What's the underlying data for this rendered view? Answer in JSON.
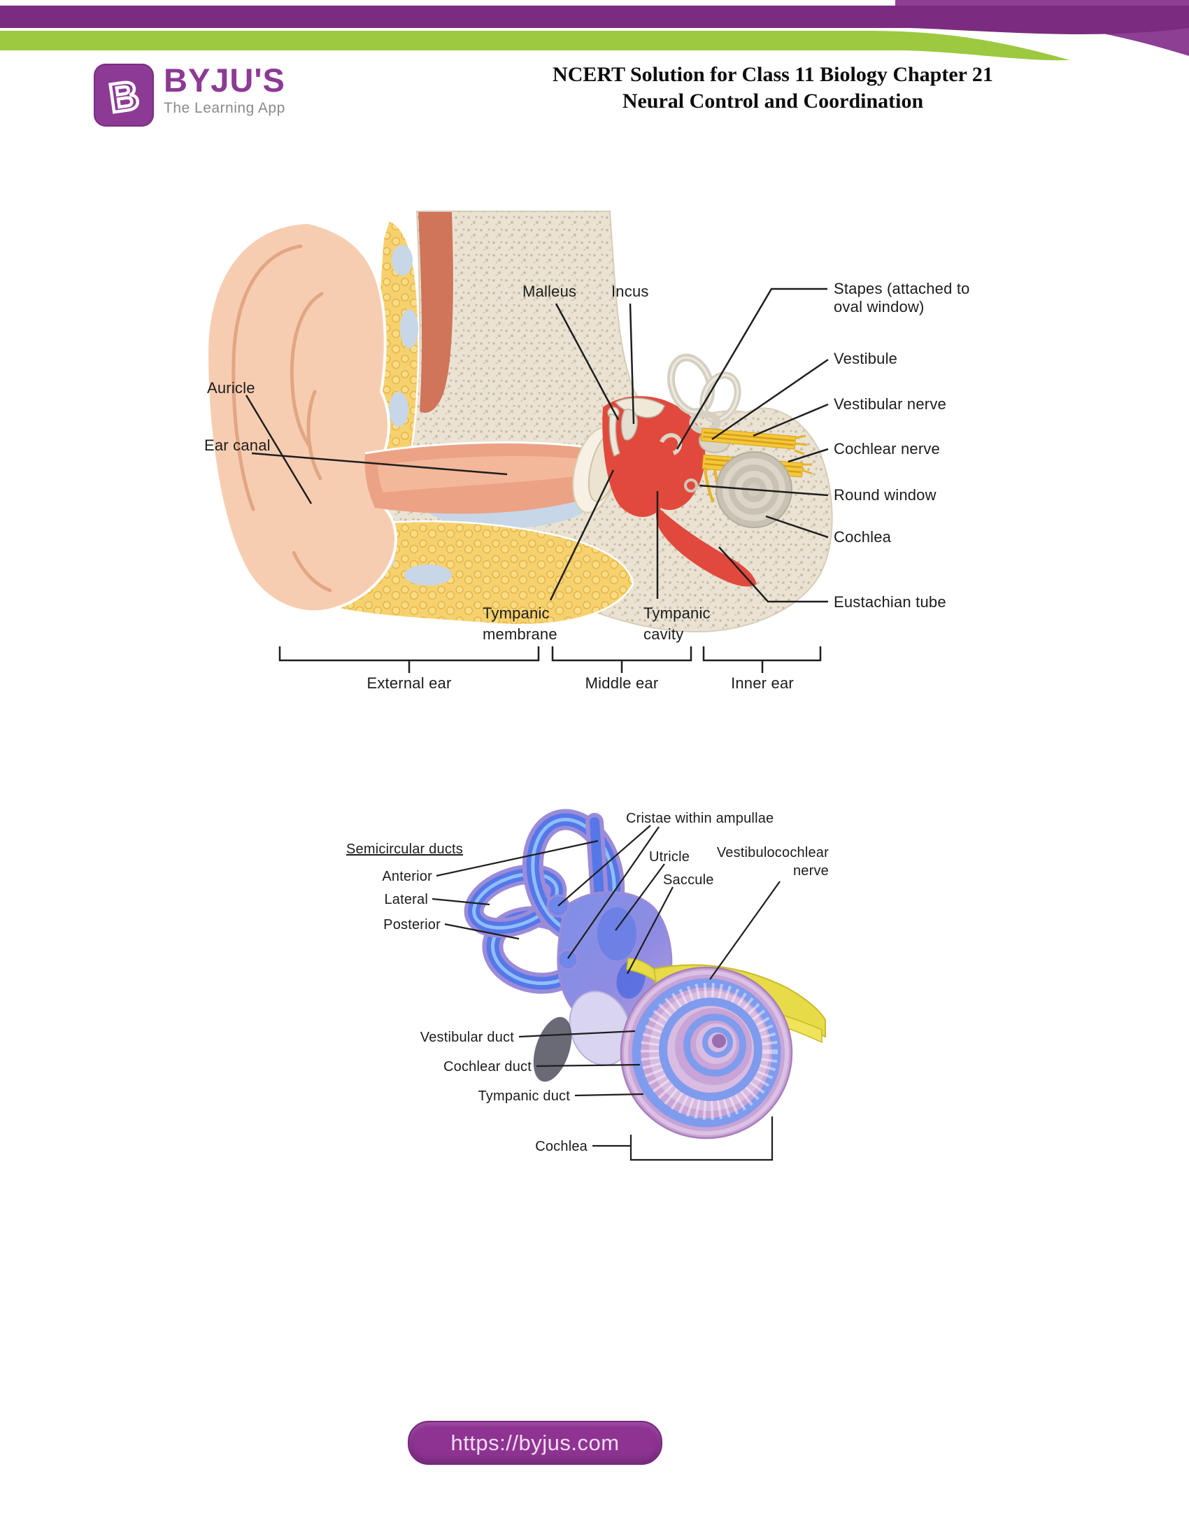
{
  "header": {
    "logo": {
      "badge_letter": "B",
      "brand": "BYJU'S",
      "tagline": "The Learning App"
    },
    "title_line1": "NCERT Solution for Class 11 Biology Chapter 21",
    "title_line2": "Neural Control and Coordination"
  },
  "colors": {
    "ribbon_purple": "#7b2c80",
    "ribbon_purple_light": "#8d3f94",
    "ribbon_green": "#9cc93f",
    "footer_purple": "#8e3392",
    "diagram_red": "#e2493d",
    "bone_beige": "#eae3d4",
    "skin_pink": "#f7cdb2",
    "fat_yellow": "#f6d26e",
    "cartilage_blue": "#c7d7e8",
    "nerve_yellow": "#f3c838",
    "labyrinth_blue": "#5577e8",
    "labyrinth_lavender": "#9b8bd8",
    "cochlea_purple": "#c9a4d6",
    "nerve2_yellow": "#e7dc48"
  },
  "diagram1": {
    "name": "human ear cross-section",
    "labels": {
      "malleus": "Malleus",
      "incus": "Incus",
      "stapes_line1": "Stapes (attached to",
      "stapes_line2": "oval window)",
      "vestibule": "Vestibule",
      "vestibular_nerve": "Vestibular nerve",
      "cochlear_nerve": "Cochlear nerve",
      "round_window": "Round window",
      "cochlea": "Cochlea",
      "eustachian_tube": "Eustachian tube",
      "auricle": "Auricle",
      "ear_canal": "Ear canal",
      "tympanic_membrane_line1": "Tympanic",
      "tympanic_membrane_line2": "membrane",
      "tympanic_cavity_line1": "Tympanic",
      "tympanic_cavity_line2": "cavity",
      "external_ear": "External ear",
      "middle_ear": "Middle ear",
      "inner_ear": "Inner ear"
    }
  },
  "diagram2": {
    "name": "inner ear membranous labyrinth",
    "labels": {
      "cristae": "Cristae within ampullae",
      "semicircular_ducts": "Semicircular ducts",
      "anterior": "Anterior",
      "lateral": "Lateral",
      "posterior": "Posterior",
      "utricle": "Utricle",
      "saccule": "Saccule",
      "vestibulocochlear_line1": "Vestibulocochlear",
      "vestibulocochlear_line2": "nerve",
      "vestibular_duct": "Vestibular duct",
      "cochlear_duct": "Cochlear duct",
      "tympanic_duct": "Tympanic duct",
      "cochlea": "Cochlea"
    }
  },
  "footer": {
    "url": "https://byjus.com"
  }
}
